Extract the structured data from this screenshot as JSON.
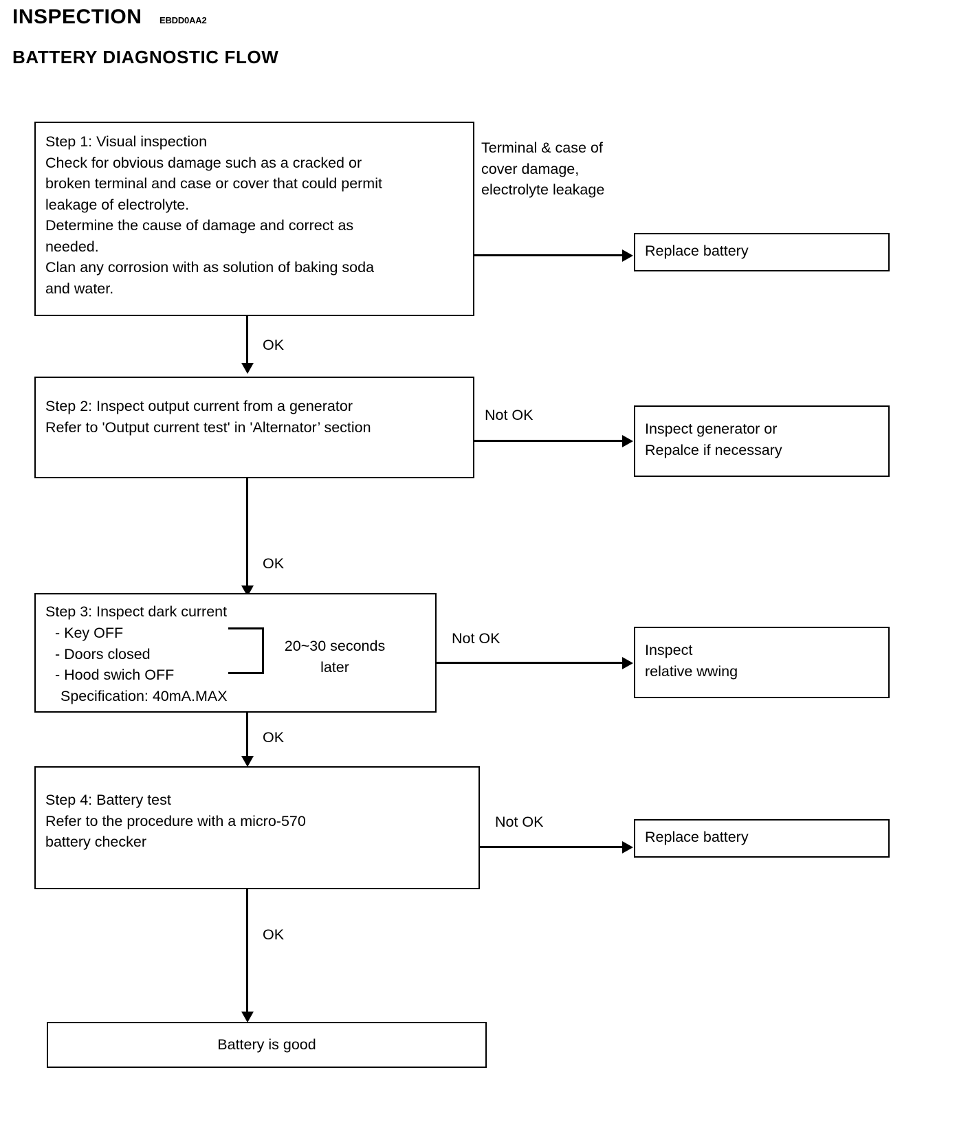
{
  "header": {
    "title": "INSPECTION",
    "code": "EBDD0AA2",
    "subtitle": "BATTERY DIAGNOSTIC FLOW"
  },
  "flow": {
    "step1": {
      "text": "Step 1: Visual inspection\nCheck for obvious damage such as a cracked or\nbroken terminal and case or cover that could permit\nleakage of electrolyte.\nDetermine the cause of damage and correct as\nneeded.\nClan any corrosion with as solution of baking soda\nand water."
    },
    "step1_condition": {
      "text": "Terminal  &  case of\ncover damage,\nelectrolyte leakage"
    },
    "step1_result": {
      "text": "Replace battery"
    },
    "step2": {
      "text": "Step 2: Inspect output current from a generator\nRefer to 'Output current test' in 'Alternator’ section"
    },
    "step2_branch_label": "Not OK",
    "step2_result": {
      "text": "Inspect generator or\nRepalce if necessary"
    },
    "step3": {
      "title": "Step 3: Inspect dark current",
      "items": "- Key OFF\n- Doors closed\n- Hood swich OFF",
      "spec": "Specification: 40mA.MAX",
      "timing": "20~30 seconds\nlater"
    },
    "step3_branch_label": "Not OK",
    "step3_result": {
      "text": "Inspect\nrelative wwing"
    },
    "step4": {
      "text": "Step 4: Battery test\nRefer to the procedure with a micro-570\nbattery checker"
    },
    "step4_branch_label": "Not OK",
    "step4_result": {
      "text": "Replace battery"
    },
    "final": {
      "text": "Battery is good"
    },
    "ok_labels": {
      "ok1": "OK",
      "ok2": "OK",
      "ok3": "OK",
      "ok4": "OK"
    }
  },
  "colors": {
    "ink": "#000000",
    "paper": "#ffffff"
  }
}
